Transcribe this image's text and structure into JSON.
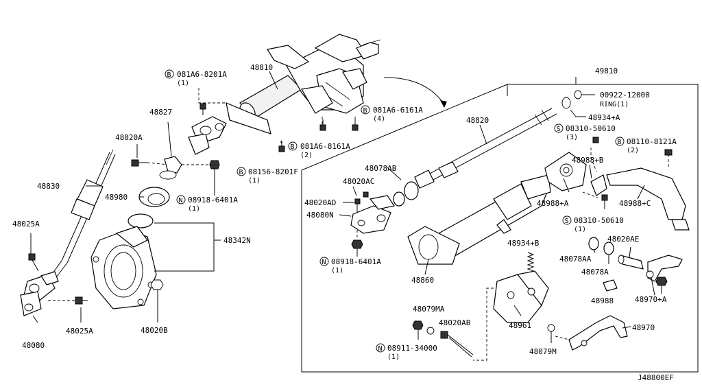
{
  "diagram_code": "J48800EF",
  "callouts": {
    "c49810": "49810",
    "c48810": "48810",
    "c48827": "48827",
    "c48020A": "48020A",
    "c48830": "48830",
    "c48980": "48980",
    "c48342N": "48342N",
    "c48025A_top": "48025A",
    "c48025A_bot": "48025A",
    "c48080": "48080",
    "c48020B": "48020B",
    "c48820": "48820",
    "c48078AB": "48078AB",
    "c48020AC": "48020AC",
    "c48020AD": "48020AD",
    "c48080N": "48080N",
    "c48860": "48860",
    "c48934A": "48934+A",
    "c48934B": "48934+B",
    "c48988B": "48988+B",
    "c48988A": "48988+A",
    "c48988C": "48988+C",
    "c48078AA": "48078AA",
    "c48078A": "48078A",
    "c48020AE": "48020AE",
    "c48988": "48988",
    "c48970A": "48970+A",
    "c48970": "48970",
    "c48961": "48961",
    "c48079MA": "48079MA",
    "c48020AB": "48020AB",
    "c48079M": "48079M",
    "c00922": "00922-12000",
    "c00922_sub": "RING(1)"
  },
  "fasteners": [
    {
      "id": "f1",
      "prefix": "B",
      "code": "081A6-8201A",
      "qty": "(1)"
    },
    {
      "id": "f2",
      "prefix": "B",
      "code": "081A6-6161A",
      "qty": "(4)"
    },
    {
      "id": "f3",
      "prefix": "B",
      "code": "081A6-8161A",
      "qty": "(2)"
    },
    {
      "id": "f4",
      "prefix": "B",
      "code": "08156-8201F",
      "qty": "(1)"
    },
    {
      "id": "f5",
      "prefix": "N",
      "code": "08918-6401A",
      "qty": "(1)"
    },
    {
      "id": "f6",
      "prefix": "S",
      "code": "08310-50610",
      "qty": "(3)"
    },
    {
      "id": "f7",
      "prefix": "B",
      "code": "08110-8121A",
      "qty": "(2)"
    },
    {
      "id": "f8",
      "prefix": "S",
      "code": "08310-50610",
      "qty": "(1)"
    },
    {
      "id": "f9",
      "prefix": "N",
      "code": "08918-6401A",
      "qty": "(1)"
    },
    {
      "id": "f10",
      "prefix": "N",
      "code": "08911-34000",
      "qty": "(1)"
    }
  ]
}
